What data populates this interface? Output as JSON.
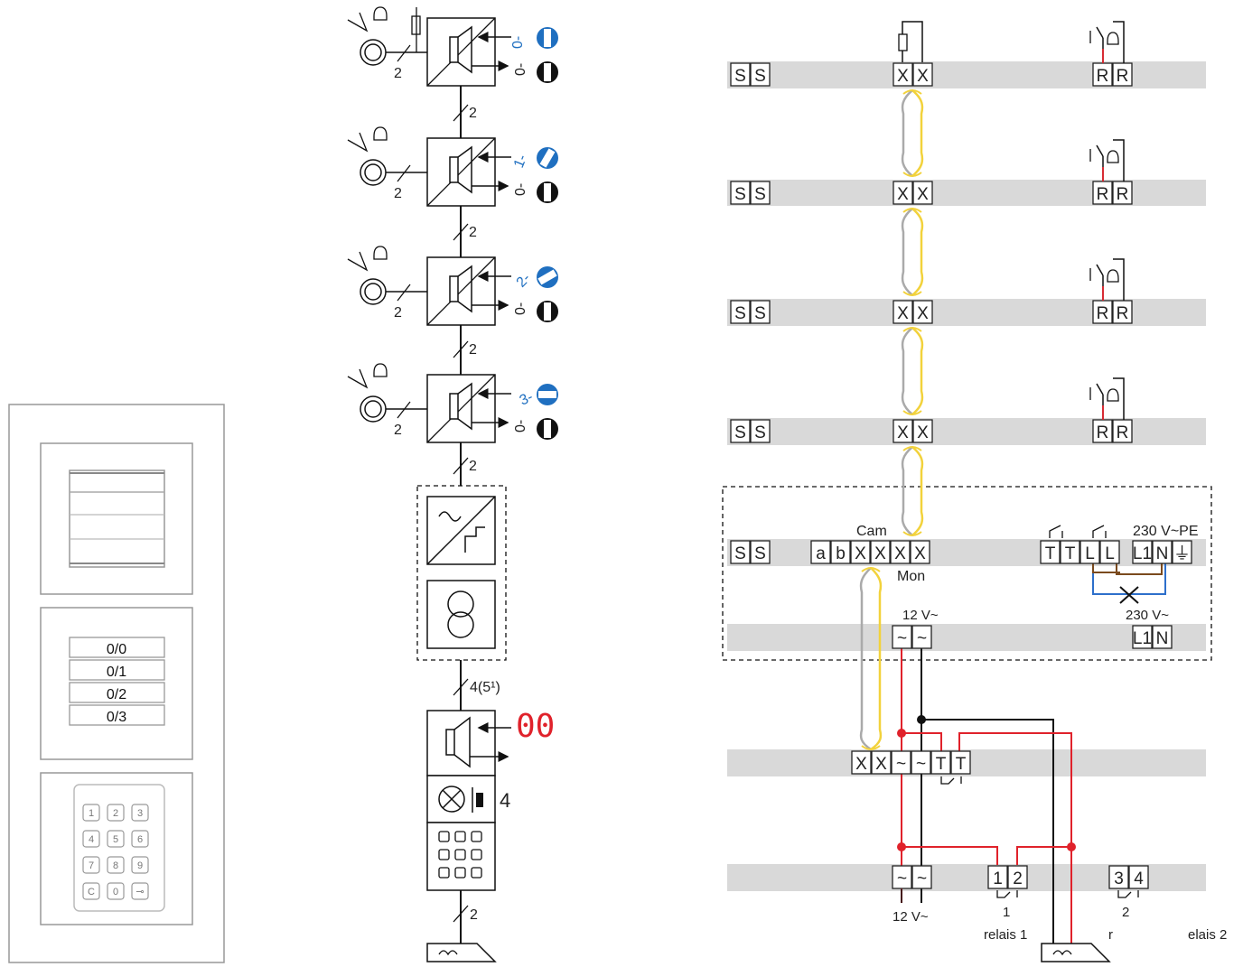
{
  "panel": {
    "name_labels": [
      "0/0",
      "0/1",
      "0/2",
      "0/3"
    ],
    "keypad_keys": [
      "1",
      "2",
      "3",
      "4",
      "5",
      "6",
      "7",
      "8",
      "9",
      "C",
      "0",
      "⊸"
    ]
  },
  "riser": {
    "stations": [
      {
        "top_code": "0-",
        "bottom_code": "0-",
        "wire_count": "2"
      },
      {
        "top_code": "1-",
        "bottom_code": "0-",
        "wire_count": "2"
      },
      {
        "top_code": "2-",
        "bottom_code": "0-",
        "wire_count": "2"
      },
      {
        "top_code": "3-",
        "bottom_code": "0-",
        "wire_count": "2"
      }
    ],
    "segment_labels": [
      "2",
      "2",
      "2",
      "2"
    ],
    "supply_label": "4(5¹)",
    "display_value": "00",
    "lamp_wire_count": "4",
    "bottom_label": "2",
    "accent_blue": "#1f6fc0",
    "accent_red": "#e0222b"
  },
  "wiring": {
    "apartment_rows": [
      {
        "terminals_left": [
          "S",
          "S"
        ],
        "terminals_mid": [
          "X",
          "X"
        ],
        "terminals_right": [
          "R",
          "R"
        ]
      },
      {
        "terminals_left": [
          "S",
          "S"
        ],
        "terminals_mid": [
          "X",
          "X"
        ],
        "terminals_right": [
          "R",
          "R"
        ]
      },
      {
        "terminals_left": [
          "S",
          "S"
        ],
        "terminals_mid": [
          "X",
          "X"
        ],
        "terminals_right": [
          "R",
          "R"
        ]
      },
      {
        "terminals_left": [
          "S",
          "S"
        ],
        "terminals_mid": [
          "X",
          "X"
        ],
        "terminals_right": [
          "R",
          "R"
        ]
      }
    ],
    "controller": {
      "terminals_ss": [
        "S",
        "S"
      ],
      "terminals_main": [
        "a",
        "b",
        "X",
        "X",
        "X",
        "X"
      ],
      "cam_label": "Cam",
      "mon_label": "Mon",
      "terminals_tl": [
        "T",
        "T",
        "L",
        "L"
      ],
      "terminals_power": [
        "L1",
        "N",
        "⏚"
      ],
      "power_label": "230 V~PE"
    },
    "psu_row": {
      "low_voltage_label": "12 V~",
      "terminals_lv": [
        "~",
        "~"
      ],
      "mains_label": "230 V~",
      "terminals_mains": [
        "L1",
        "N"
      ]
    },
    "door_row": {
      "terminals": [
        "X",
        "X",
        "~",
        "~",
        "T",
        "T"
      ]
    },
    "relay_row": {
      "terminals_supply": [
        "~",
        "~"
      ],
      "supply_label": "12 V~",
      "relay1_terminals": [
        "1",
        "2"
      ],
      "relay1_number": "1",
      "relay1_label": "relais 1",
      "relay2_terminals": [
        "3",
        "4"
      ],
      "relay2_number": "2",
      "relay2_label_a": "r",
      "relay2_label_b": "elais 2"
    },
    "wire_colors": {
      "red": "#e0222b",
      "black": "#111111",
      "yellow": "#f2d23c",
      "brown": "#7a4a1e",
      "blue": "#2d6fcb",
      "band": "#d9d9d9"
    }
  }
}
